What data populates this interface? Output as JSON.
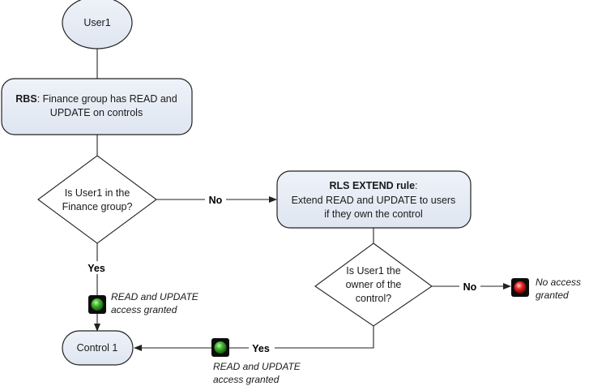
{
  "nodes": {
    "user1": {
      "label": "User1"
    },
    "rbs": {
      "label_bold": "RBS",
      "line1_rest": ": Finance group has READ and",
      "line2": "UPDATE on controls"
    },
    "decision_finance": {
      "line1": "Is User1 in the",
      "line2": "Finance group?"
    },
    "rls": {
      "title": "RLS EXTEND rule",
      "title_suffix": ":",
      "line1": "Extend READ and UPDATE to users",
      "line2": "if they own the control"
    },
    "decision_owner": {
      "line1": "Is User1 the",
      "line2": "owner of the",
      "line3": "control?"
    },
    "control1": {
      "label": "Control 1"
    }
  },
  "edges": {
    "no_1": "No",
    "yes_1": "Yes",
    "no_2": "No",
    "yes_2": "Yes"
  },
  "status": {
    "granted_left": {
      "line1": "READ and UPDATE",
      "line2": "access granted",
      "color": "#2ea02e"
    },
    "granted_bottom": {
      "line1": "READ and UPDATE",
      "line2": "access granted",
      "color": "#2ea02e"
    },
    "denied": {
      "line1": "No access",
      "line2": "granted",
      "color": "#e02020"
    }
  }
}
